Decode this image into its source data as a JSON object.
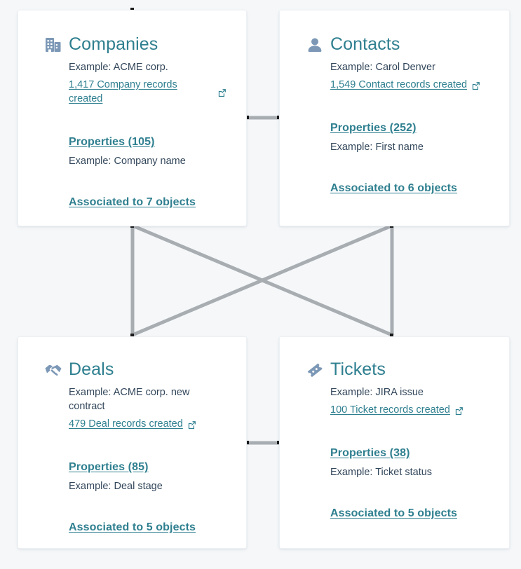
{
  "page": {
    "background_color": "#f5f7f9",
    "accent_color": "#2e7f8f",
    "text_color": "#33475b",
    "connector_color": "#a8adb2",
    "handle_color": "#1b1b1b",
    "icon_color": "#7c98b6"
  },
  "cards": [
    {
      "id": "companies",
      "icon": "office-building-icon",
      "title": "Companies",
      "example": "Example: ACME corp.",
      "records_link": "1,417 Company records created",
      "external_icon": "external-link-icon",
      "properties_link": "Properties (105)",
      "properties_example": "Example: Company name",
      "associations_link": "Associated to 7 objects"
    },
    {
      "id": "contacts",
      "icon": "person-icon",
      "title": "Contacts",
      "example": "Example: Carol Denver",
      "records_link": "1,549 Contact records created",
      "external_icon": "external-link-icon",
      "properties_link": "Properties (252)",
      "properties_example": "Example: First name",
      "associations_link": "Associated to 6 objects"
    },
    {
      "id": "deals",
      "icon": "handshake-icon",
      "title": "Deals",
      "example": "Example: ACME corp. new contract",
      "records_link": "479 Deal records created",
      "external_icon": "external-link-icon",
      "properties_link": "Properties (85)",
      "properties_example": "Example: Deal stage",
      "associations_link": "Associated to 5 objects"
    },
    {
      "id": "tickets",
      "icon": "ticket-icon",
      "title": "Tickets",
      "example": "Example: JIRA issue",
      "records_link": "100 Ticket records created",
      "external_icon": "external-link-icon",
      "properties_link": "Properties (38)",
      "properties_example": "Example: Ticket status",
      "associations_link": "Associated to 5 objects"
    }
  ]
}
